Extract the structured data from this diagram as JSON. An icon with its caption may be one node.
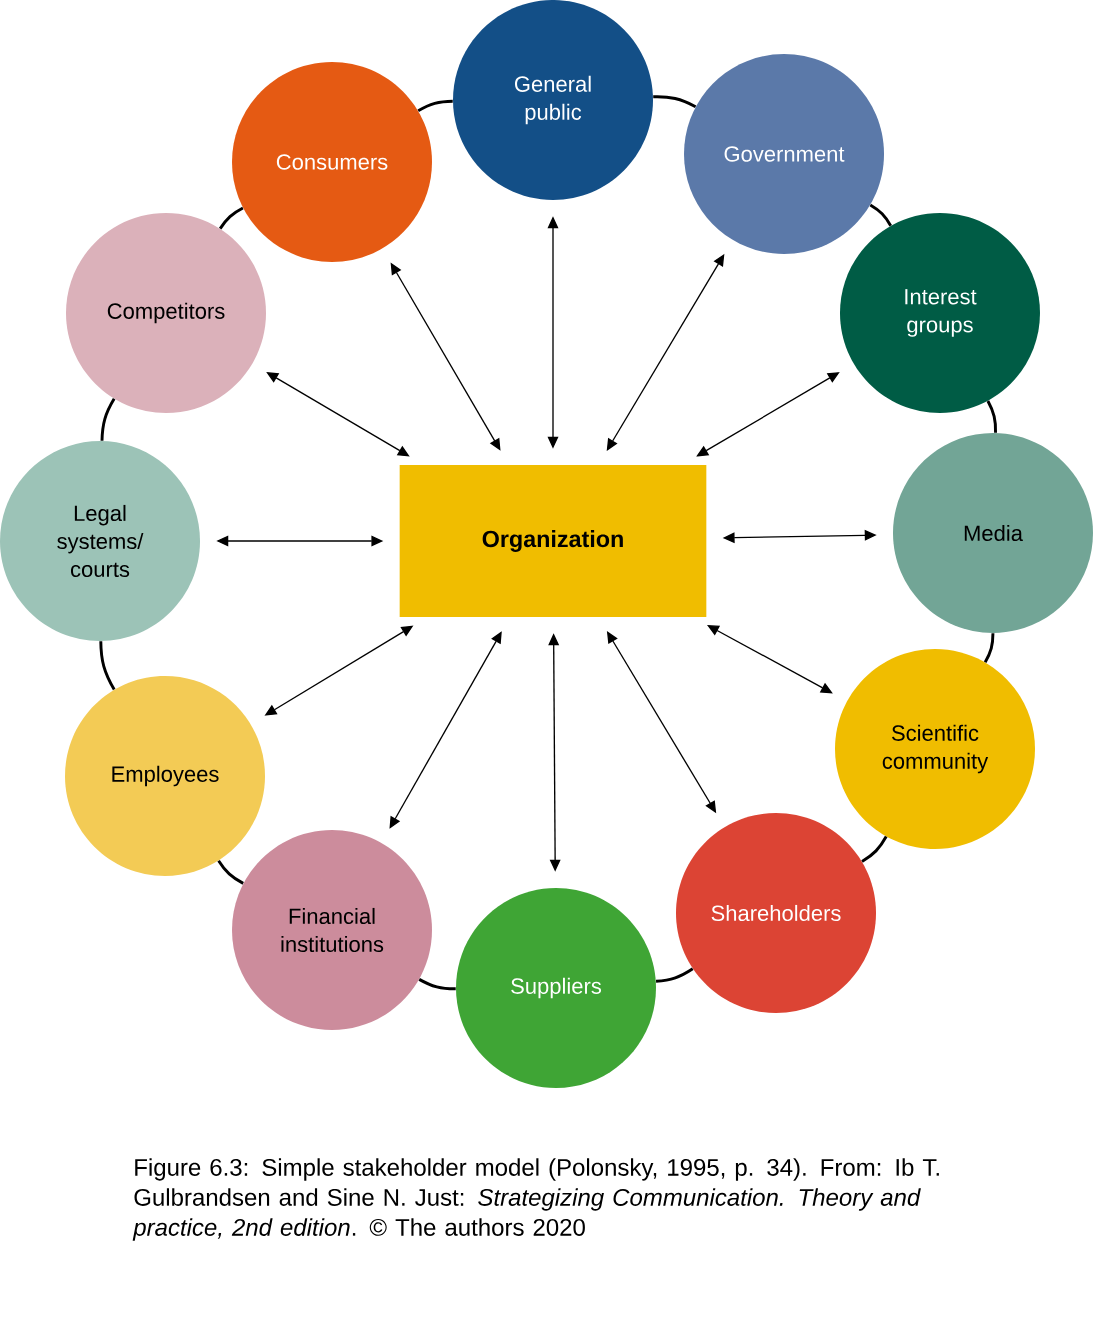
{
  "diagram": {
    "caption": "Figure 6.3: Simple stakeholder model (Polonsky, 1995, p. 34). From: Ib T. Gulbrandsen and Sine N. Just: *Strategizing Communication. Theory and practice, 2nd edition*. © The authors 2020",
    "nodes": [
      {
        "text": [
          "Organization"
        ]
      },
      {
        "text": [
          "General public"
        ]
      },
      {
        "text": [
          "Government"
        ]
      },
      {
        "text": [
          "Interest groups"
        ]
      },
      {
        "text": [
          "Media"
        ]
      },
      {
        "text": [
          "Scientific community"
        ]
      },
      {
        "text": [
          "Shareholders"
        ]
      },
      {
        "text": [
          "Suppliers"
        ]
      },
      {
        "text": [
          "Financial institutions"
        ]
      },
      {
        "text": [
          "Employees"
        ]
      },
      {
        "text": [
          "Legal systems/ courts"
        ]
      },
      {
        "text": [
          "Competitors"
        ]
      },
      {
        "text": [
          "Consumers"
        ]
      }
    ],
    "edges": [
      {
        "from": 0,
        "to": 1,
        "arrow": "both"
      },
      {
        "from": 0,
        "to": 2,
        "arrow": "both"
      },
      {
        "from": 0,
        "to": 3,
        "arrow": "both"
      },
      {
        "from": 0,
        "to": 4,
        "arrow": "both"
      },
      {
        "from": 0,
        "to": 5,
        "arrow": "both"
      },
      {
        "from": 0,
        "to": 6,
        "arrow": "both"
      },
      {
        "from": 0,
        "to": 7,
        "arrow": "both"
      },
      {
        "from": 0,
        "to": 8,
        "arrow": "both"
      },
      {
        "from": 0,
        "to": 9,
        "arrow": "both"
      },
      {
        "from": 0,
        "to": 10,
        "arrow": "both"
      },
      {
        "from": 0,
        "to": 11,
        "arrow": "both"
      },
      {
        "from": 0,
        "to": 12,
        "arrow": "both"
      },
      {
        "from": 1,
        "to": 2,
        "arrow": "none"
      },
      {
        "from": 2,
        "to": 3,
        "arrow": "none"
      },
      {
        "from": 3,
        "to": 4,
        "arrow": "none"
      },
      {
        "from": 4,
        "to": 5,
        "arrow": "none"
      },
      {
        "from": 5,
        "to": 6,
        "arrow": "none"
      },
      {
        "from": 6,
        "to": 7,
        "arrow": "none"
      },
      {
        "from": 7,
        "to": 8,
        "arrow": "none"
      },
      {
        "from": 8,
        "to": 9,
        "arrow": "none"
      },
      {
        "from": 9,
        "to": 10,
        "arrow": "none"
      },
      {
        "from": 10,
        "to": 11,
        "arrow": "none"
      },
      {
        "from": 11,
        "to": 12,
        "arrow": "none"
      },
      {
        "from": 12,
        "to": 1,
        "arrow": "none"
      }
    ]
  }
}
